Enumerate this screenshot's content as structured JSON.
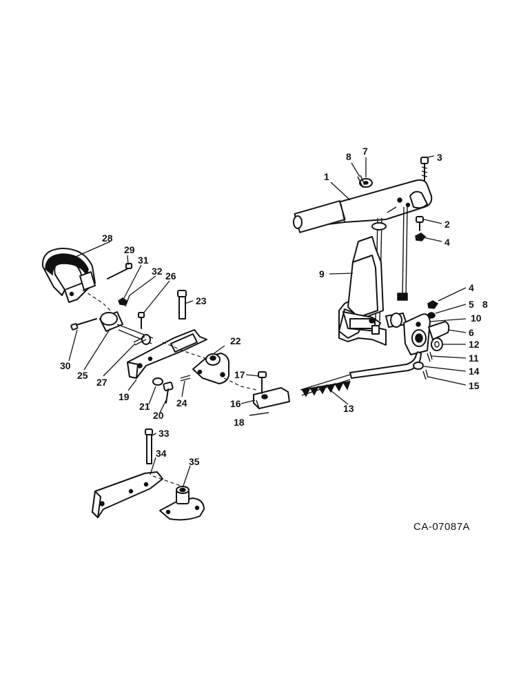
{
  "drawing_ref": "CA-07087A",
  "callouts": [
    "1",
    "2",
    "3",
    "4",
    "4",
    "5",
    "6",
    "7",
    "8",
    "8",
    "9",
    "10",
    "11",
    "12",
    "13",
    "14",
    "15",
    "16",
    "17",
    "18",
    "19",
    "20",
    "21",
    "22",
    "23",
    "24",
    "25",
    "26",
    "27",
    "28",
    "29",
    "30",
    "31",
    "32",
    "33",
    "34",
    "35"
  ]
}
